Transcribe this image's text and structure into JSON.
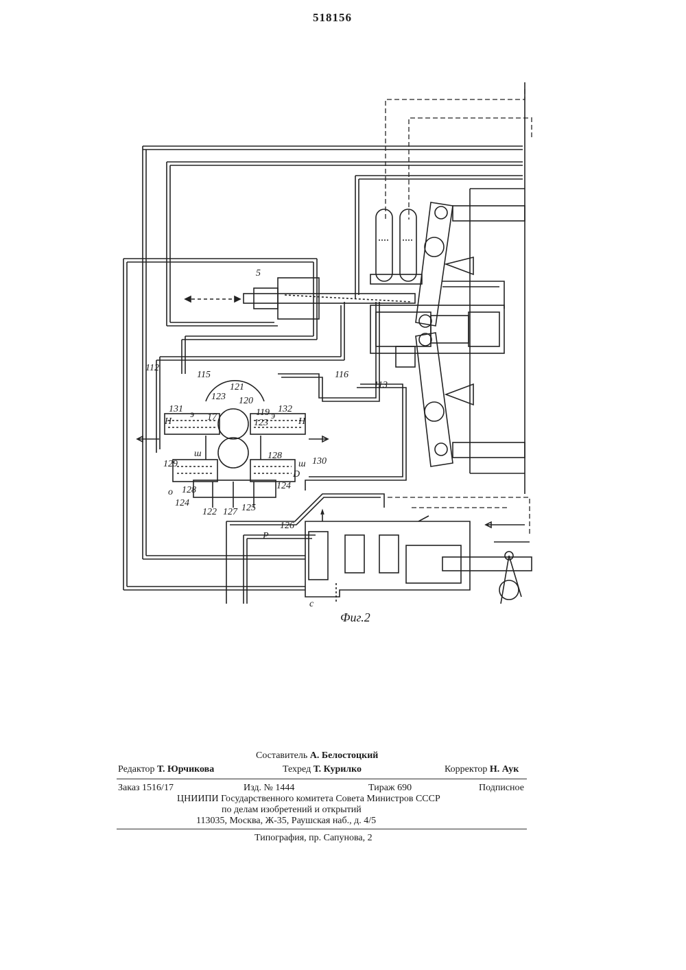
{
  "header": {
    "patent_number": "518156"
  },
  "figure": {
    "caption": "Фиг.2",
    "labels": {
      "l5": "5",
      "l112": "112",
      "l115": "115",
      "l116": "116",
      "l113": "113",
      "l121": "121",
      "l120": "120",
      "l119": "119",
      "l123a": "123",
      "l123b": "123",
      "l131": "131",
      "l132": "132",
      "lH1": "Н",
      "lH2": "Н",
      "l129": "129",
      "l130": "130",
      "l128a": "128",
      "l128b": "128",
      "lO": "о",
      "lD": "D",
      "l124a": "124",
      "l124b": "124",
      "l122": "122",
      "l127": "127",
      "l125": "125",
      "l126": "126",
      "lP": "Р",
      "lC": "с",
      "l17": "17",
      "le1": "э",
      "le2": "э",
      "lsh1": "ш",
      "lsh2": "ш"
    }
  },
  "imprint": {
    "compiler_label": "Составитель",
    "compiler_name": "А. Белостоцкий",
    "editor_label": "Редактор",
    "editor_name": "Т. Юрчикова",
    "techred_label": "Техред",
    "techred_name": "Т. Курилко",
    "corrector_label": "Корректор",
    "corrector_name": "Н. Аук",
    "order": "Заказ 1516/17",
    "edition": "Изд. № 1444",
    "circulation": "Тираж 690",
    "subscription": "Подписное",
    "org_line1": "ЦНИИПИ Государственного комитета Совета Министров СССР",
    "org_line2": "по делам изобретений и открытий",
    "address": "113035, Москва, Ж-35, Раушская наб., д. 4/5",
    "printer": "Типография, пр. Сапунова, 2"
  }
}
